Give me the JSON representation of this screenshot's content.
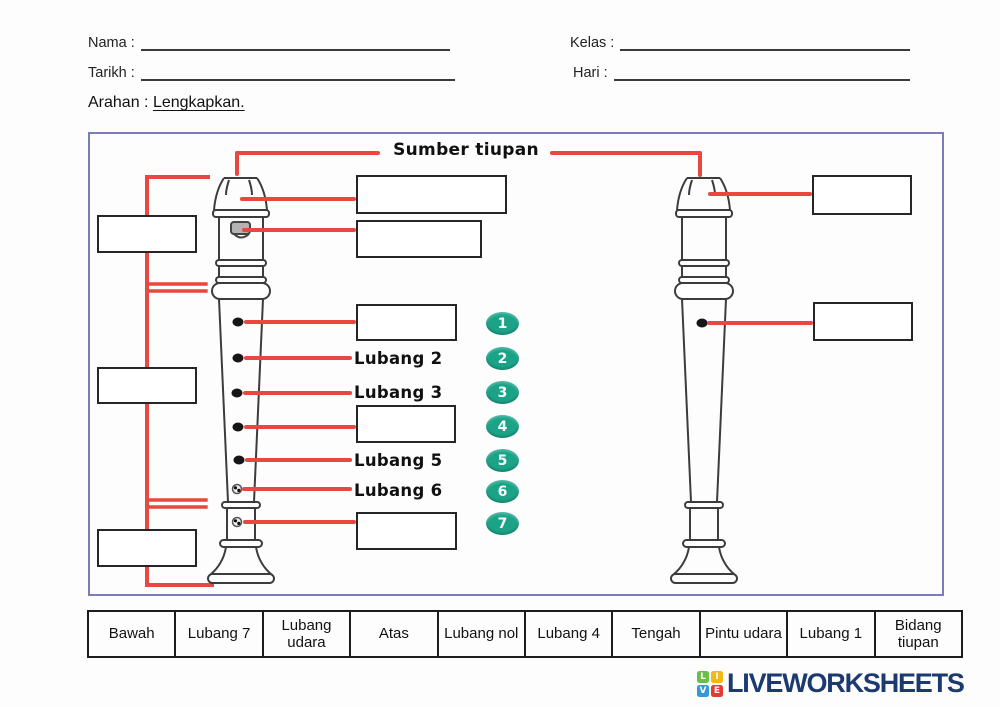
{
  "header": {
    "nama_label": "Nama :",
    "kelas_label": "Kelas :",
    "tarikh_label": "Tarikh :",
    "hari_label": "Hari :",
    "arahan_label": "Arahan :",
    "arahan_value": "Lengkapkan."
  },
  "diagram": {
    "top_label": "Sumber tiupan",
    "hole_labels": [
      "Lubang 2",
      "Lubang 3",
      "Lubang 5",
      "Lubang 6"
    ],
    "badges": [
      "1",
      "2",
      "3",
      "4",
      "5",
      "6",
      "7"
    ],
    "colors": {
      "leader_line_red": "#e8483f",
      "badge_green": "#1ba388",
      "frame_purple": "#7b7bb9",
      "box_border_black": "#262626"
    }
  },
  "answer_bank": {
    "cells": [
      "Bawah",
      "Lubang 7",
      "Lubang udara",
      "Atas",
      "Lubang nol",
      "Lubang 4",
      "Tengah",
      "Pintu udara",
      "Lubang 1",
      "Bidang tiupan"
    ]
  },
  "footer": {
    "logo_text": "LIVEWORKSHEETS",
    "logo_squares": [
      "L",
      "I",
      "V",
      "E"
    ]
  }
}
